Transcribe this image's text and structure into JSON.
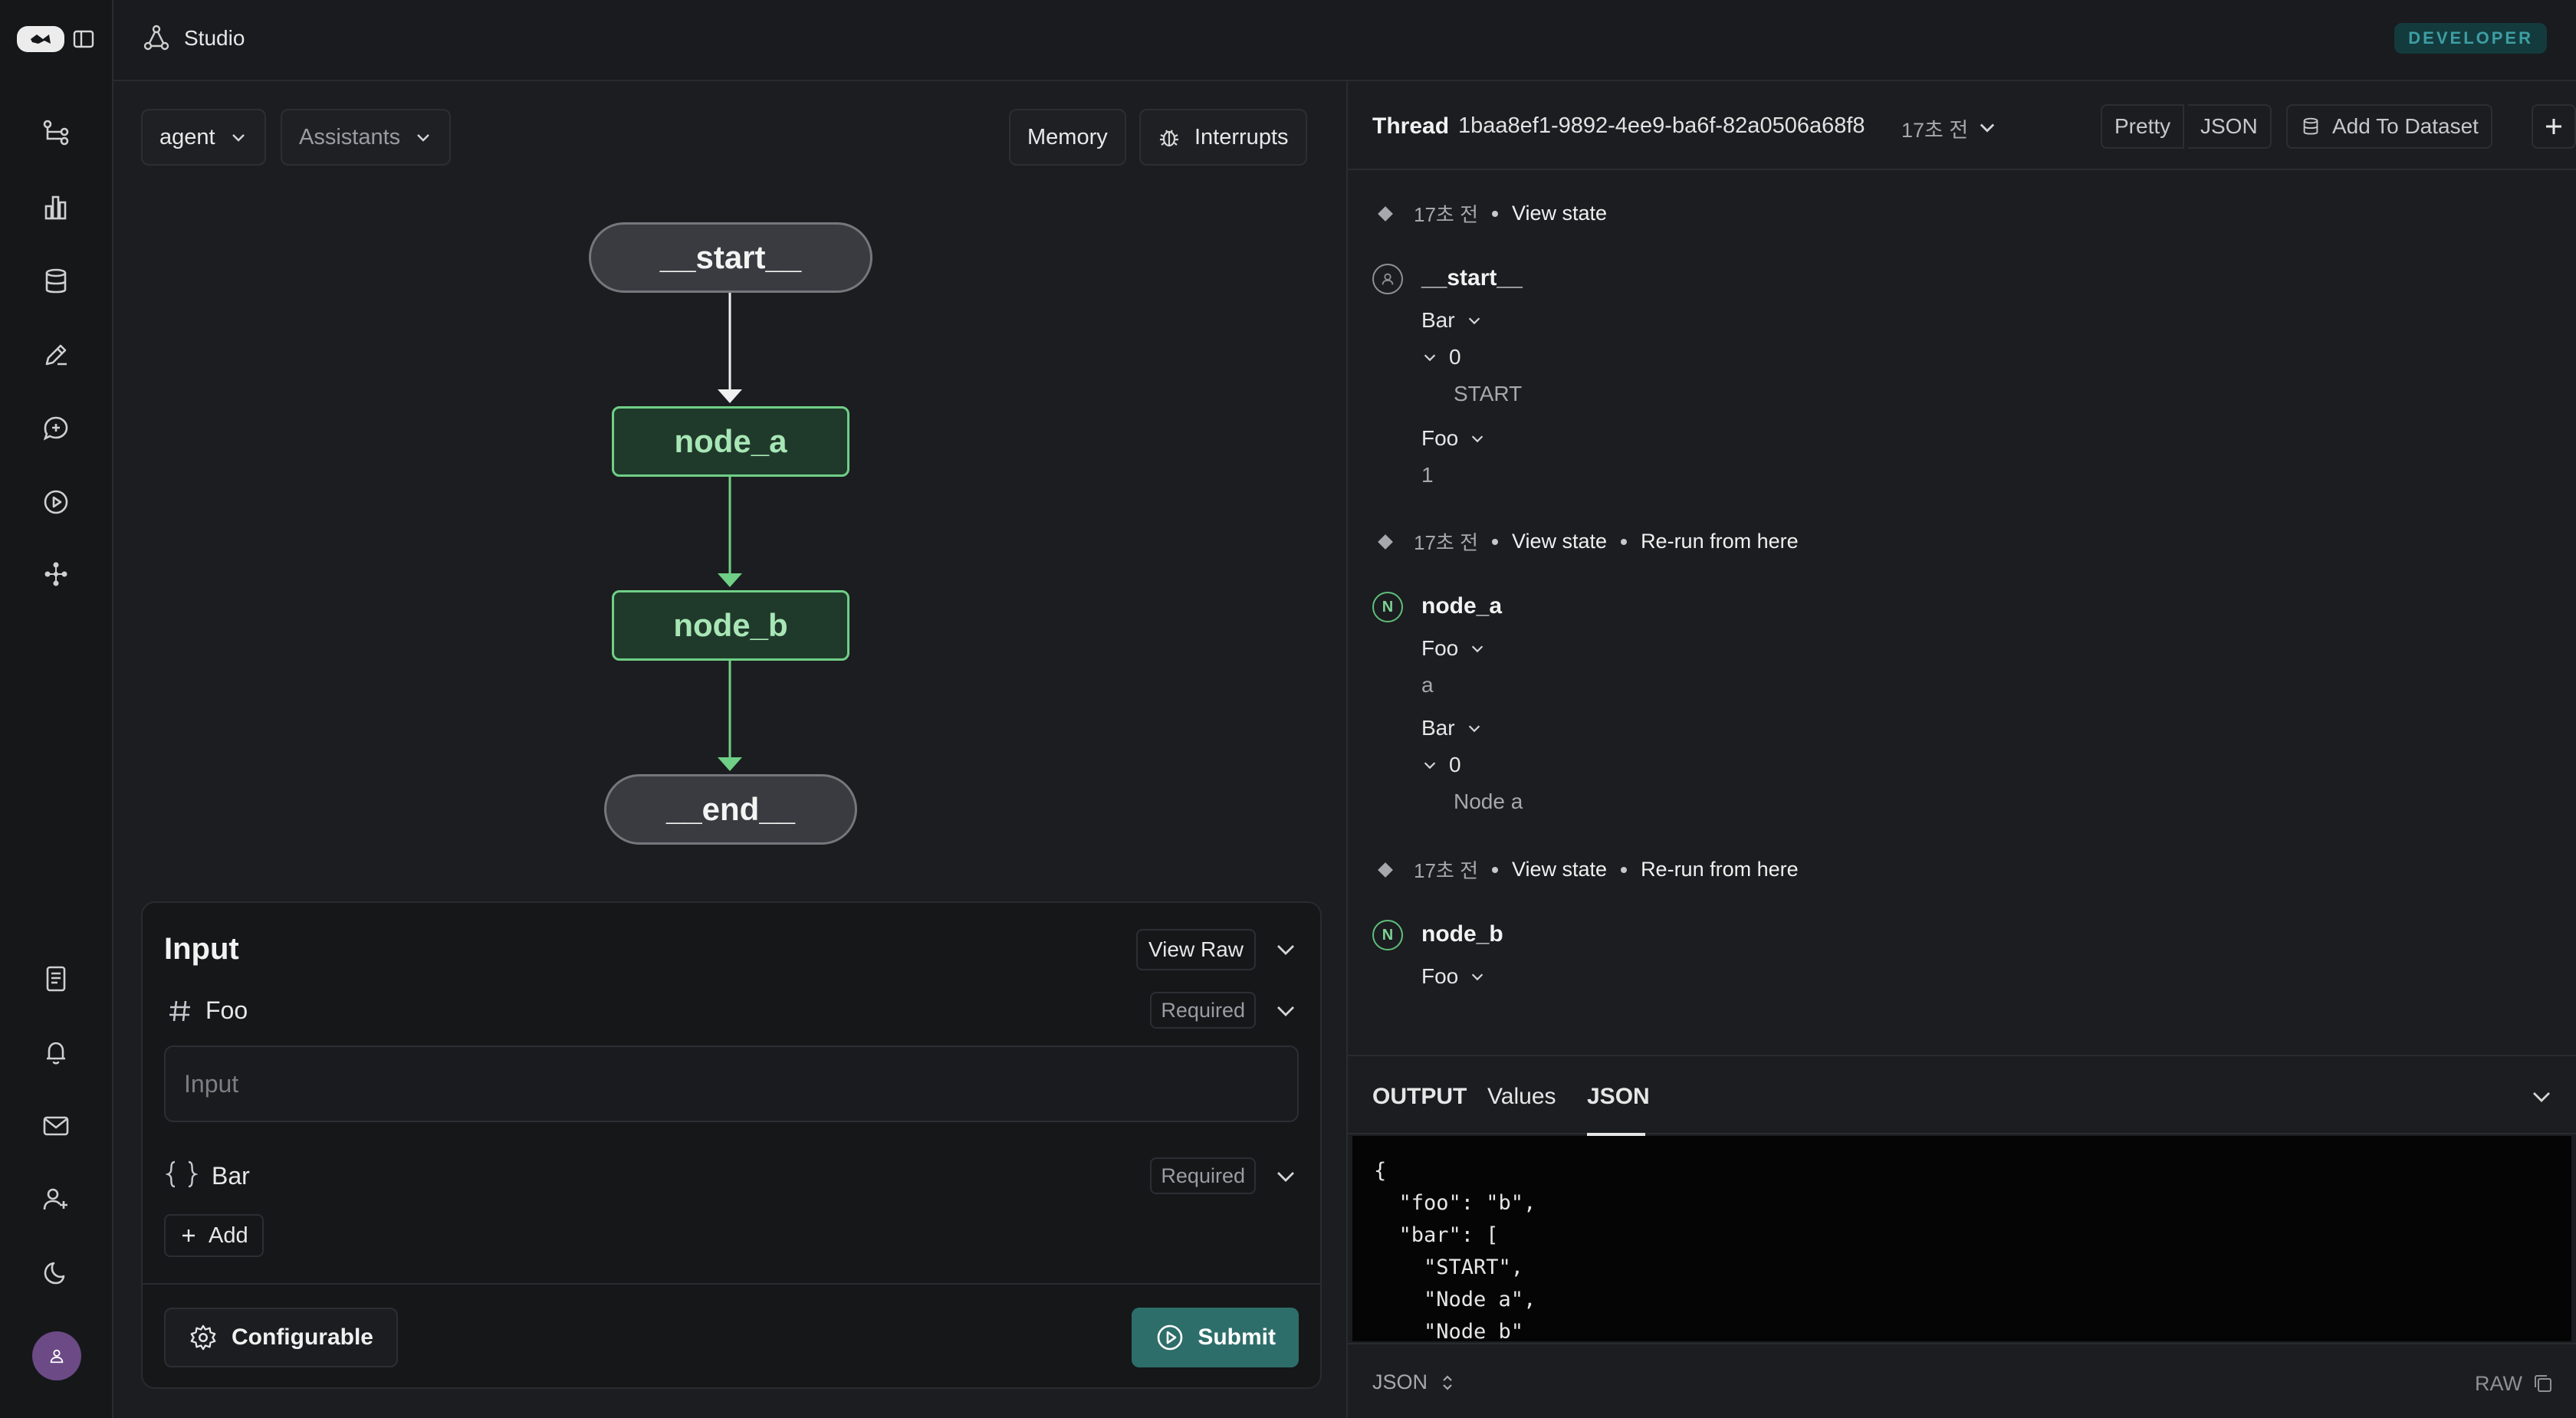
{
  "topbar": {
    "studio_label": "Studio",
    "badge": "DEVELOPER"
  },
  "graph_toolbar": {
    "graph_select": "agent",
    "assistants_select": "Assistants",
    "memory_button": "Memory",
    "interrupts_button": "Interrupts"
  },
  "graph": {
    "nodes": [
      "__start__",
      "node_a",
      "node_b",
      "__end__"
    ]
  },
  "input_card": {
    "title": "Input",
    "view_raw": "View Raw",
    "fields": [
      {
        "name": "Foo",
        "badge": "Required",
        "placeholder": "Input",
        "type_icon": "hash-icon"
      },
      {
        "name": "Bar",
        "badge": "Required",
        "type_icon": "braces-icon"
      }
    ],
    "add_label": "Add",
    "configurable_label": "Configurable",
    "submit_label": "Submit"
  },
  "thread": {
    "label": "Thread",
    "id": "1baa8ef1-9892-4ee9-ba6f-82a0506a68f8",
    "time": "17초 전",
    "view_pretty": "Pretty",
    "view_json": "JSON",
    "add_to_dataset": "Add To Dataset",
    "meta": [
      {
        "time": "17초 전",
        "view_state": "View state",
        "rerun": ""
      },
      {
        "time": "17초 전",
        "view_state": "View state",
        "rerun": "Re-run from here"
      },
      {
        "time": "17초 전",
        "view_state": "View state",
        "rerun": "Re-run from here"
      }
    ],
    "steps": [
      {
        "name": "__start__",
        "badge": "",
        "fields": [
          {
            "key": "Bar",
            "index": "0",
            "value": "START"
          },
          {
            "key": "Foo",
            "value": "1"
          }
        ]
      },
      {
        "name": "node_a",
        "badge": "N",
        "fields": [
          {
            "key": "Foo",
            "value": "a"
          },
          {
            "key": "Bar",
            "index": "0",
            "value": "Node a"
          }
        ]
      },
      {
        "name": "node_b",
        "badge": "N",
        "fields": [
          {
            "key": "Foo"
          }
        ]
      }
    ]
  },
  "output": {
    "tabs": [
      "OUTPUT",
      "Values",
      "JSON"
    ],
    "active_tab": "JSON",
    "code_lines": [
      "{",
      "  \"foo\": \"b\",",
      "  \"bar\": [",
      "    \"START\",",
      "    \"Node a\",",
      "    \"Node b\"",
      "  ]",
      "}"
    ],
    "format_select": "JSON",
    "raw_label": "RAW"
  },
  "colors": {
    "background": "#1c1d20",
    "node_border": "#6fcf87",
    "submit": "#2e6e6a",
    "badge": "#3e9ea3"
  }
}
